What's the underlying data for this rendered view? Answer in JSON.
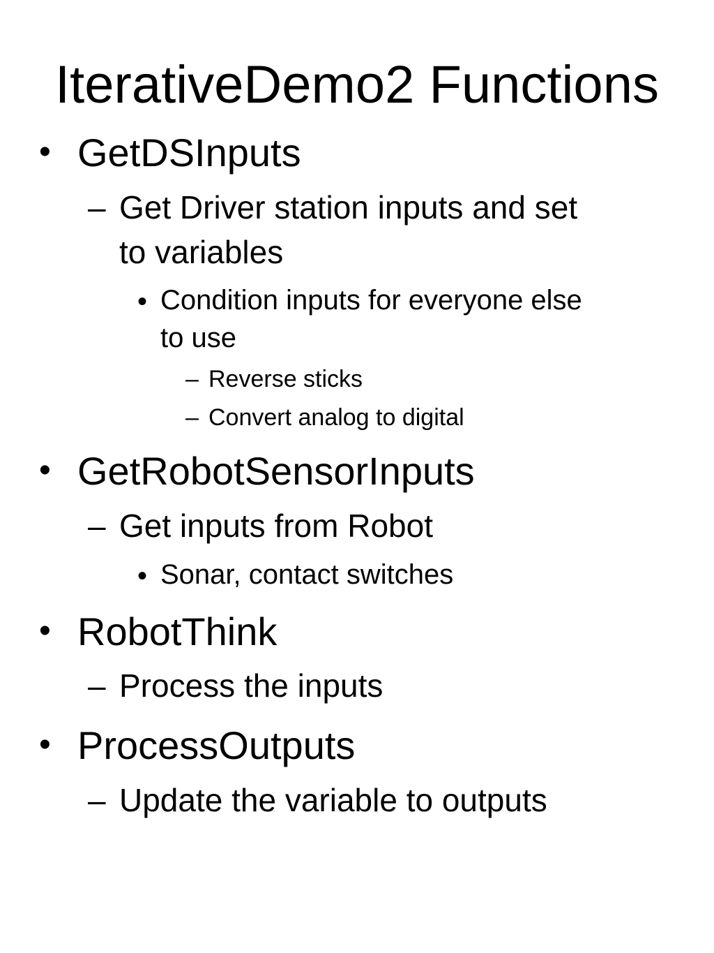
{
  "slide": {
    "title": "IterativeDemo2 Functions",
    "bullet_glyph": "•",
    "dash_glyph": "–",
    "items": [
      {
        "level": 1,
        "text": "GetDSInputs"
      },
      {
        "level": 2,
        "text": "Get Driver station inputs and set"
      },
      {
        "level": 2,
        "continuation": true,
        "text": "to variables"
      },
      {
        "level": 3,
        "text": "Condition inputs for everyone else"
      },
      {
        "level": 3,
        "continuation": true,
        "text": "to use"
      },
      {
        "level": 4,
        "text": "Reverse sticks"
      },
      {
        "level": 4,
        "text": "Convert analog to digital"
      },
      {
        "level": 1,
        "text": "GetRobotSensorInputs"
      },
      {
        "level": 2,
        "text": "Get inputs from Robot"
      },
      {
        "level": 3,
        "text": "Sonar, contact switches"
      },
      {
        "level": 1,
        "text": "RobotThink"
      },
      {
        "level": 2,
        "text": "Process the inputs"
      },
      {
        "level": 1,
        "text": "ProcessOutputs"
      },
      {
        "level": 2,
        "text": "Update the variable to outputs"
      }
    ]
  }
}
